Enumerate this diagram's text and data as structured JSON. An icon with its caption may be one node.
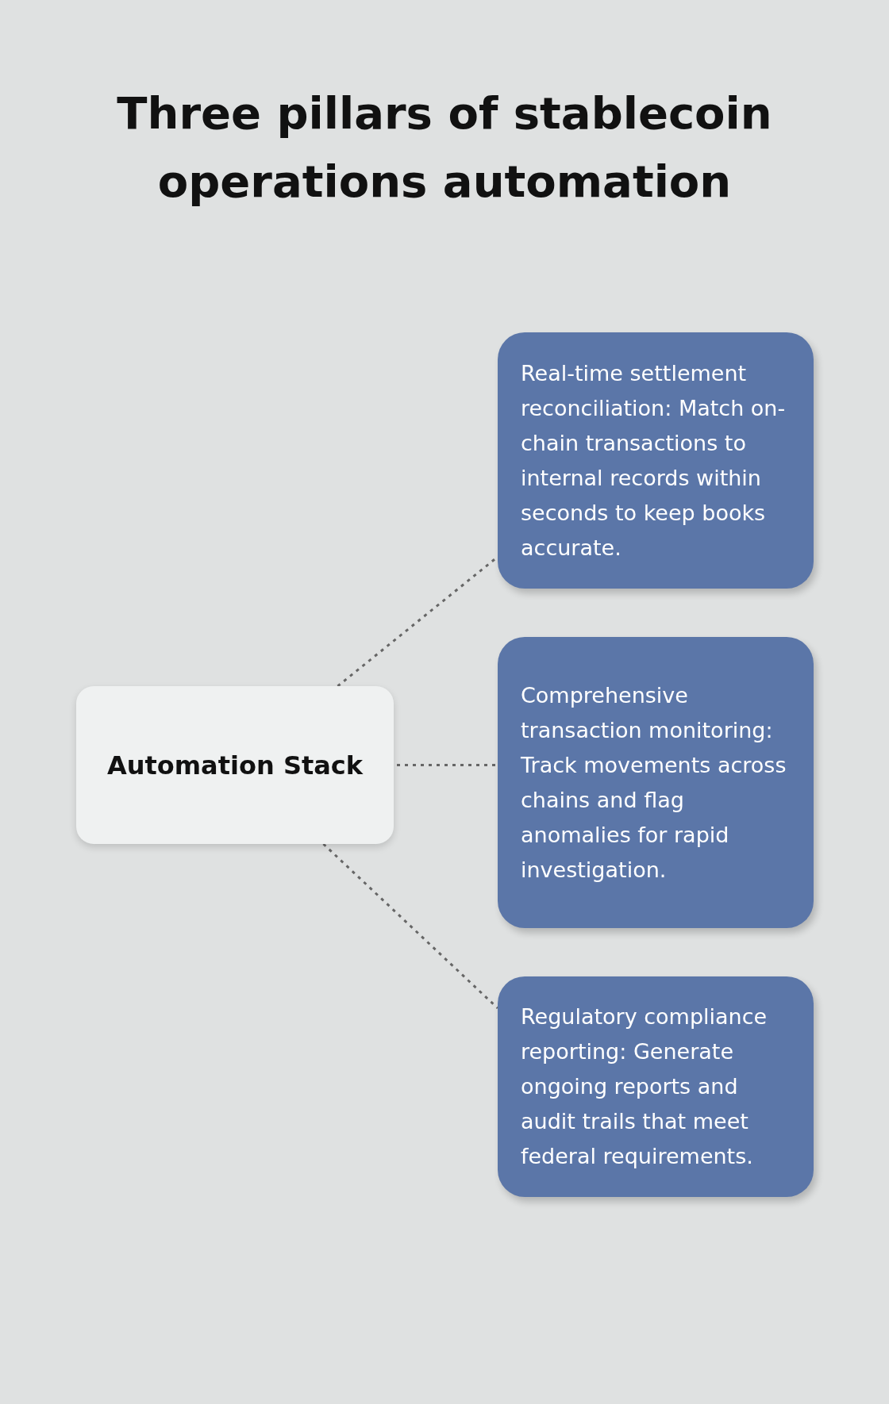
{
  "diagram": {
    "title": "Three pillars of stablecoin operations automation",
    "nodes": [
      {
        "text": [
          "Automation Stack"
        ]
      },
      {
        "text": [
          "Real-time settlement reconciliation: Match on-chain transactions to internal records within seconds to keep books accurate."
        ]
      },
      {
        "text": [
          "Comprehensive transaction monitoring: Track movements across chains and flag anomalies for rapid investigation."
        ]
      },
      {
        "text": [
          "Regulatory compliance reporting: Generate ongoing reports and audit trails that meet federal requirements."
        ]
      }
    ],
    "edges": [
      {
        "from": 0,
        "to": 1,
        "arrow": "none",
        "style": "dashed"
      },
      {
        "from": 0,
        "to": 2,
        "arrow": "none",
        "style": "dashed"
      },
      {
        "from": 0,
        "to": 3,
        "arrow": "none",
        "style": "dashed"
      }
    ]
  }
}
